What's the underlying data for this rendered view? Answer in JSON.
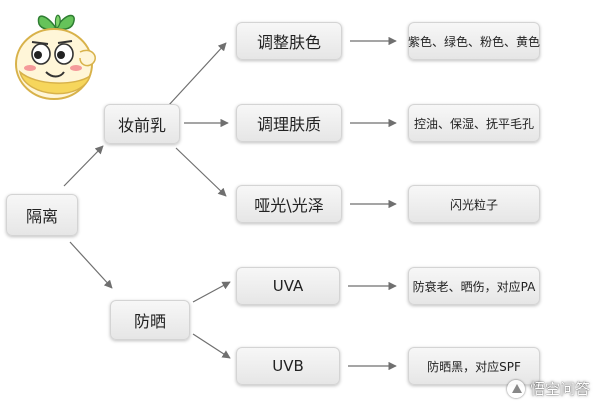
{
  "root": {
    "label": "隔离"
  },
  "branches": [
    {
      "label": "妆前乳",
      "children": [
        {
          "label": "调整肤色",
          "detail": "紫色、绿色、粉色、黄色"
        },
        {
          "label": "调理肤质",
          "detail": "控油、保湿、抚平毛孔"
        },
        {
          "label": "哑光\\光泽",
          "detail": "闪光粒子"
        }
      ]
    },
    {
      "label": "防晒",
      "children": [
        {
          "label": "UVA",
          "detail": "防衰老、晒伤，对应PA"
        },
        {
          "label": "UVB",
          "detail": "防晒黑，对应SPF"
        }
      ]
    }
  ],
  "watermark": {
    "text": "悟空问答",
    "icon": "wukong-logo-icon"
  },
  "mascot": {
    "icon": "radish-mascot-icon"
  },
  "colors": {
    "line": "#6f6f6f",
    "box": "#ececec",
    "text": "#222222"
  }
}
